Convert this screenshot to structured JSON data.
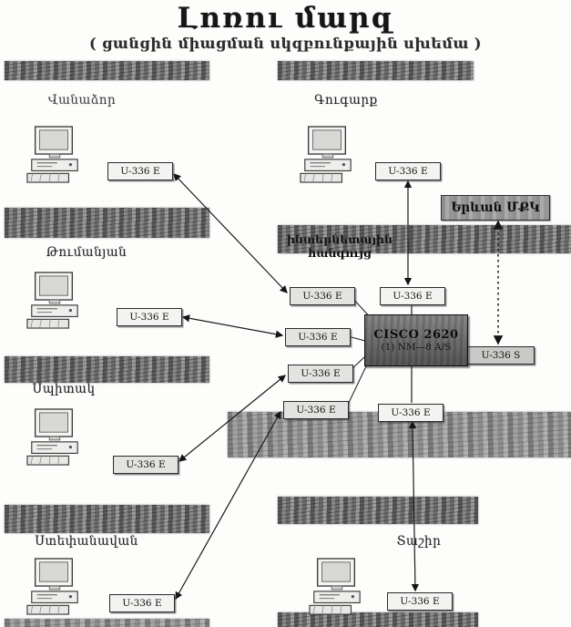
{
  "title": "Լոռու մարզ",
  "subtitle": "( ցանցին միացման սկզբունքային սխեմա )",
  "locations": {
    "vanadzor": {
      "label": "Վանաձոր",
      "modem": "U-336 E"
    },
    "tumanyan": {
      "label": "Թումանյան",
      "modem": "U-336 E"
    },
    "spitak": {
      "label": "Սպիտակ",
      "modem": "U-336 E"
    },
    "stepanavan": {
      "label": "Ստեփանավան",
      "modem": "U-336 E"
    },
    "gugark": {
      "label": "Գուգարք",
      "modem": "U-336 E"
    },
    "tashir": {
      "label": "Տաշիր",
      "modem": "U-336 E"
    }
  },
  "center": {
    "yerevan_label": "Երևան ՄՔԿ",
    "hub_line1": "ինտերնետային",
    "hub_line2": "հանգույց",
    "router_line1": "CISCO 2620",
    "router_line2": "(1) NM—8 A/S",
    "modem_s": "U-336 S",
    "cluster_modems": [
      "U-336 E",
      "U-336 E",
      "U-336 E",
      "U-336 E",
      "U-336 E",
      "U-336 E"
    ]
  },
  "connections": [
    {
      "from": "Վանաձոր U-336 E",
      "to": "hub U-336 E #1",
      "style": "solid-double-arrow"
    },
    {
      "from": "Թումանյան U-336 E",
      "to": "hub U-336 E #3",
      "style": "solid-double-arrow"
    },
    {
      "from": "Սպիտակ U-336 E",
      "to": "hub U-336 E #4",
      "style": "solid-double-arrow"
    },
    {
      "from": "Ստեփանավան U-336 E",
      "to": "hub U-336 E #5",
      "style": "solid-double-arrow"
    },
    {
      "from": "Գուգարք U-336 E",
      "to": "hub U-336 E #2",
      "style": "solid-double-arrow"
    },
    {
      "from": "Երևան ՄՔԿ",
      "to": "U-336 S",
      "style": "dotted-double-arrow"
    },
    {
      "from": "CISCO 2620",
      "to": "Տաշիր U-336 E",
      "style": "solid-double-arrow"
    }
  ]
}
